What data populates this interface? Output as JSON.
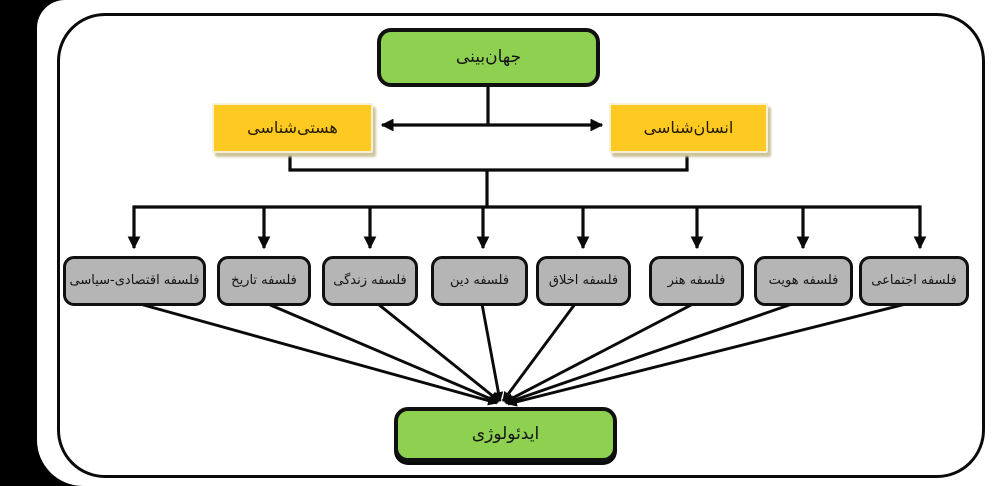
{
  "diagram": {
    "type": "flowchart",
    "direction": "rtl",
    "language": "fa",
    "root": {
      "id": "worldview",
      "label": "جهان‌بینی",
      "color": "#8ed04f"
    },
    "level2": [
      {
        "id": "ontology",
        "label": "هستی‌شناسی",
        "color": "#fec920"
      },
      {
        "id": "anthropology",
        "label": "انسان‌شناسی",
        "color": "#fec920"
      }
    ],
    "branches": [
      {
        "id": "economic-political-philosophy",
        "label": "فلسفه اقتصادی-سیاسی"
      },
      {
        "id": "philosophy-of-history",
        "label": "فلسفه تاریخ"
      },
      {
        "id": "philosophy-of-life",
        "label": "فلسفه زندگی"
      },
      {
        "id": "philosophy-of-religion",
        "label": "فلسفه دین"
      },
      {
        "id": "philosophy-of-ethics",
        "label": "فلسفه اخلاق"
      },
      {
        "id": "philosophy-of-art",
        "label": "فلسفه هنر"
      },
      {
        "id": "philosophy-of-identity",
        "label": "فلسفه هویت"
      },
      {
        "id": "social-philosophy",
        "label": "فلسفه اجتماعی"
      }
    ],
    "sink": {
      "id": "ideology",
      "label": "ایدئولوژی",
      "color": "#8ed04f"
    },
    "branch_color": "#b5b5b5",
    "line_color": "#0a0a0a",
    "background_color": "#ffffff",
    "canvas_color": "#000000"
  }
}
